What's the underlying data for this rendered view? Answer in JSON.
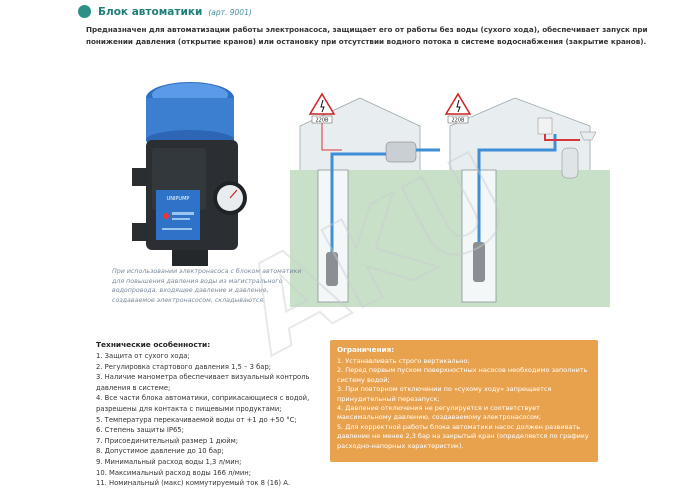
{
  "header": {
    "title": "Блок автоматики",
    "article": "(арт. 9001)"
  },
  "intro": {
    "text": "Предназначен для автоматизации работы электронасоса, защищает его от работы без воды (сухого хода), обеспечивает запуск при понижении давления (открытие кранов) или остановку при отсутствии водного потока в системе водоснабжения (закрытие кранов)."
  },
  "device": {
    "brand_label": "UNIPUMP"
  },
  "schemes": {
    "voltage_left": "220В",
    "voltage_right": "220В"
  },
  "caption": {
    "text": "При использовании электронасоса с блоком автоматики для повышения давления воды из магистрального водопровода, входящее давление и давление, создаваемое электронасосом, складываются."
  },
  "tech": {
    "title": "Технические особенности:",
    "items": [
      {
        "num": "1.",
        "text": "Защита от сухого хода;"
      },
      {
        "num": "2.",
        "text": "Регулировка стартового давления 1,5 – 3 бар;"
      },
      {
        "num": "3.",
        "text": "Наличие манометра обеспечивает визуальный контроль давления в системе;"
      },
      {
        "num": "4.",
        "text": "Все части блока автоматики, соприкасающиеся с водой, разрешены для контакта с пищевыми продуктами;"
      },
      {
        "num": "5.",
        "text": "Температура перекачиваемой воды от +1 до +50 °С;"
      },
      {
        "num": "6.",
        "text": "Степень защиты IP65;"
      },
      {
        "num": "7.",
        "text": "Присоединительный размер 1 дюйм;"
      },
      {
        "num": "8.",
        "text": "Допустимое давление до 10 бар;"
      },
      {
        "num": "9.",
        "text": "Минимальный расход воды 1,3 л/мин;"
      },
      {
        "num": "10.",
        "text": "Максимальный расход воды 166 л/мин;"
      },
      {
        "num": "11.",
        "text": "Номинальный (макс) коммутируемый ток 8 (16) А."
      }
    ]
  },
  "limits": {
    "title": "Ограничения:",
    "items": [
      {
        "num": "1.",
        "text": "Устанавливать строго вертикально;"
      },
      {
        "num": "2.",
        "text": "Перед первым пуском поверхностных насосов необходимо заполнить систему водой;"
      },
      {
        "num": "3.",
        "text": "При повторном отключении по «сухому ходу» запрещается принудительный перезапуск;"
      },
      {
        "num": "4.",
        "text": "Давление отключения не регулируется и соответствует максимальному давлению, создаваемому электронасосом;"
      },
      {
        "num": "5.",
        "text": "Для корректной работы блока автоматики насос должен развивать давление не менее 2,3 бар на закрытый кран (определяется по графику расходно-напорных характеристик)."
      }
    ]
  },
  "watermark": {
    "text": "AKU"
  },
  "colors": {
    "accent": "#2e8f86",
    "title": "#1f7f78",
    "limits_bg": "#e8a24d",
    "pipe_blue": "#3f8ed6",
    "pipe_red": "#d7373c",
    "device_blue": "#3c7fd1"
  }
}
